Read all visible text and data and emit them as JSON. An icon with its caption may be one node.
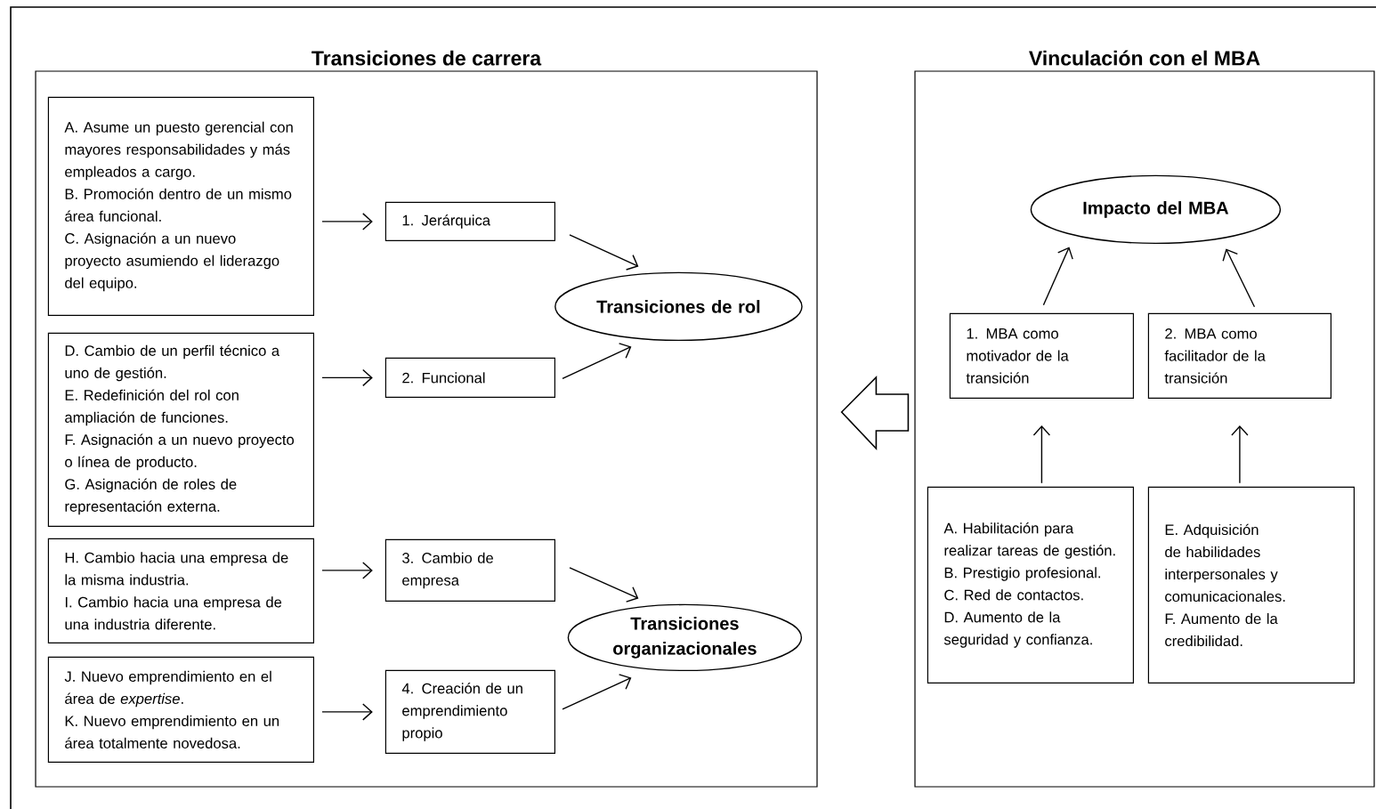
{
  "diagram": {
    "nodes": [
      {
        "text": [
          "Transiciones de carrera"
        ]
      },
      {
        "text": [
          "A. Asume un puesto gerencial con mayores responsabilidades y más empleados a cargo.",
          "B. Promoción dentro de un mismo área funcional.",
          "C. Asignación a un nuevo proyecto asumiendo el liderazgo del equipo."
        ],
        "in": 0
      },
      {
        "text": [
          "1. Jerárquica"
        ],
        "in": 0
      },
      {
        "text": [
          "Transiciones de rol"
        ],
        "in": 0
      },
      {
        "text": [
          "D. Cambio de un perfil técnico a uno de gestión.",
          "E. Redefinición del rol con ampliación de funciones.",
          "F. Asignación a un nuevo proyecto o línea de producto.",
          "G. Asignación de roles de representación externa."
        ],
        "in": 0
      },
      {
        "text": [
          "2. Funcional"
        ],
        "in": 0
      },
      {
        "text": [
          "H. Cambio hacia una empresa de la misma industria.",
          "I. Cambio hacia una empresa de una industria diferente."
        ],
        "in": 0
      },
      {
        "text": [
          "3. Cambio de empresa"
        ],
        "in": 0
      },
      {
        "text": [
          "Transiciones organizacionales"
        ],
        "in": 0
      },
      {
        "text": [
          "J. Nuevo emprendimiento en el área de *expertise*.",
          "K. Nuevo emprendimiento en un área totalmente novedosa."
        ],
        "in": 0
      },
      {
        "text": [
          "4. Creación de un emprendimiento propio"
        ],
        "in": 0
      },
      {
        "text": [
          "Vinculación con el MBA"
        ]
      },
      {
        "text": [
          "Impacto del MBA"
        ],
        "in": 11
      },
      {
        "text": [
          "1. MBA como motivador de la transición"
        ],
        "in": 11
      },
      {
        "text": [
          "2. MBA como facilitador de la transición"
        ],
        "in": 11
      },
      {
        "text": [
          "A. Habilitación para realizar tareas de gestión.",
          "B. Prestigio profesional.",
          "C. Red de contactos.",
          "D. Aumento de la seguridad y confianza."
        ],
        "in": 11
      },
      {
        "text": [
          "E. Adquisición de habilidades interpersonales y comunicacionales.",
          "F. Aumento de la credibilidad."
        ],
        "in": 11
      }
    ],
    "edges": [
      {
        "from": 1,
        "to": 2,
        "arrow": "to"
      },
      {
        "from": 2,
        "to": 3,
        "arrow": "to"
      },
      {
        "from": 4,
        "to": 5,
        "arrow": "to"
      },
      {
        "from": 5,
        "to": 3,
        "arrow": "to"
      },
      {
        "from": 6,
        "to": 7,
        "arrow": "to"
      },
      {
        "from": 7,
        "to": 8,
        "arrow": "to"
      },
      {
        "from": 9,
        "to": 10,
        "arrow": "to"
      },
      {
        "from": 10,
        "to": 8,
        "arrow": "to"
      },
      {
        "from": 13,
        "to": 12,
        "arrow": "to"
      },
      {
        "from": 14,
        "to": 12,
        "arrow": "to"
      },
      {
        "from": 15,
        "to": 13,
        "arrow": "to"
      },
      {
        "from": 16,
        "to": 14,
        "arrow": "to"
      },
      {
        "from": 11,
        "to": 0,
        "arrow": "to"
      }
    ]
  }
}
